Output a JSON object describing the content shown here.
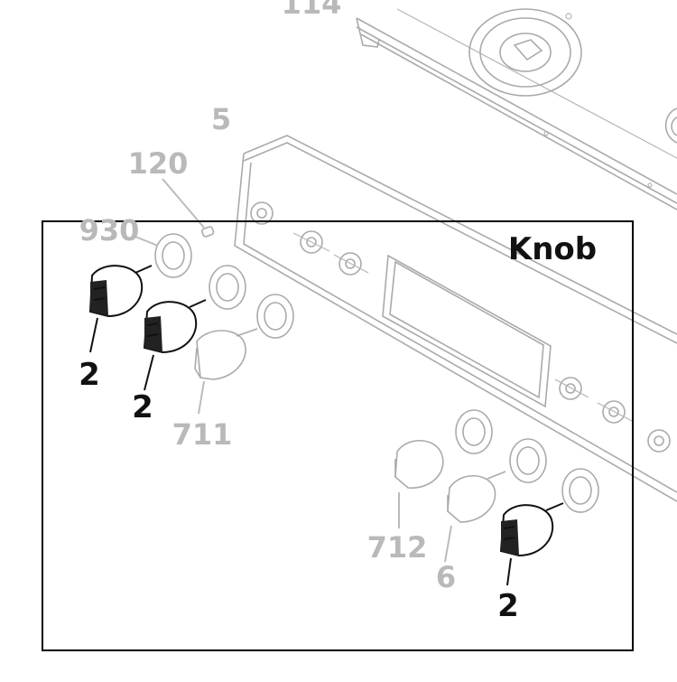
{
  "title": "Knob",
  "callouts": {
    "c114": "114",
    "c5": "5",
    "c120": "120",
    "c930": "930",
    "c711": "711",
    "c712": "712",
    "c6": "6",
    "c2a": "2",
    "c2b": "2",
    "c2c": "2"
  },
  "colors": {
    "highlight": "#111111",
    "faint": "#b9b9b9",
    "frame": "#000000"
  }
}
